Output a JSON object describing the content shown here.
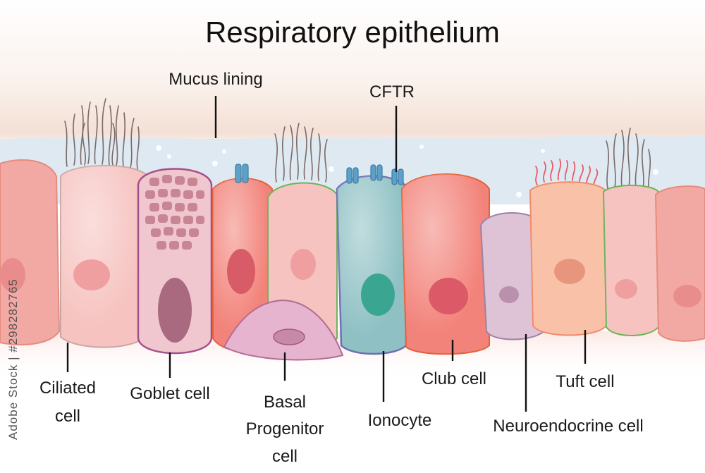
{
  "title": "Respiratory epithelium",
  "labels": {
    "mucus": "Mucus lining",
    "cftr": "CFTR",
    "ciliated_1": "Ciliated",
    "ciliated_2": "cell",
    "goblet": "Goblet cell",
    "basal_1": "Basal",
    "basal_2": "Progenitor",
    "basal_3": "cell",
    "ionocyte": "Ionocyte",
    "club": "Club cell",
    "neuro": "Neuroendocrine cell",
    "tuft": "Tuft cell"
  },
  "watermark": "Adobe Stock | #298282765",
  "colors": {
    "mucus": "#dfe9f1",
    "ciliated_fill": "#f6c3c0",
    "goblet_fill": "#f0c6cf",
    "goblet_outline": "#a4508a",
    "club_fill": "#f2837a",
    "club_outline": "#e5603a",
    "ionocyte_fill": "#8fc1c4",
    "ionocyte_outline": "#6d6fb5",
    "ionocyte_nucleus": "#3aa692",
    "basal_fill": "#e6b4ce",
    "neuro_fill": "#dec3d7",
    "tuft_fill": "#f9c2a8",
    "cftr": "#5da1c8"
  }
}
